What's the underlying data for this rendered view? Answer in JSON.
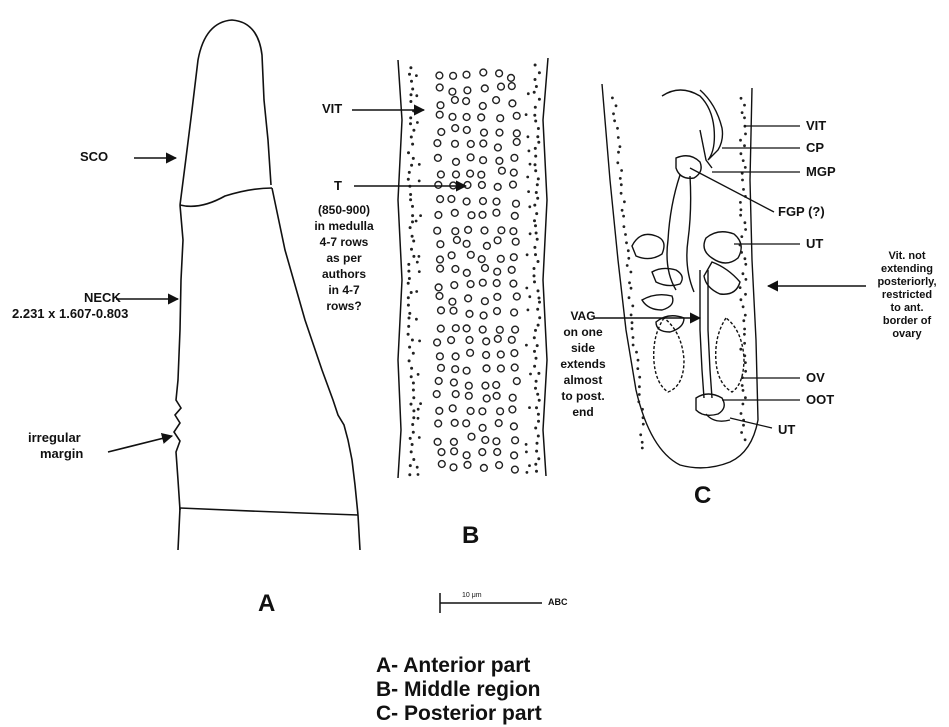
{
  "panel_a": {
    "letter": "A",
    "sco": "SCO",
    "neck": "NECK",
    "neck_dims": "2.231 x 1.607-0.803",
    "irregular_1": "irregular",
    "irregular_2": "margin"
  },
  "panel_b": {
    "letter": "B",
    "vit": "VIT",
    "t": "T",
    "t_note": [
      "(850-900)",
      "in medulla",
      "4-7 rows",
      "as per",
      "authors",
      "in 4-7",
      "rows?"
    ]
  },
  "panel_c": {
    "letter": "C",
    "vit": "VIT",
    "cp": "CP",
    "mgp": "MGP",
    "fgp": "FGP (?)",
    "ut": "UT",
    "vit_note": [
      "Vit. not",
      "extending",
      "posteriorly,",
      "restricted",
      "to ant.",
      "border of",
      "ovary"
    ],
    "vag_note": [
      "VAG",
      "on one",
      "side",
      "extends",
      "almost",
      "to post.",
      "end"
    ],
    "ov": "OV",
    "oot": "OOT",
    "ut2": "UT"
  },
  "scale_bar": {
    "value": "10 μm",
    "label": "ABC"
  },
  "caption": {
    "line_a": "A- Anterior part",
    "line_b": "B- Middle region",
    "line_c": "C- Posterior part"
  }
}
